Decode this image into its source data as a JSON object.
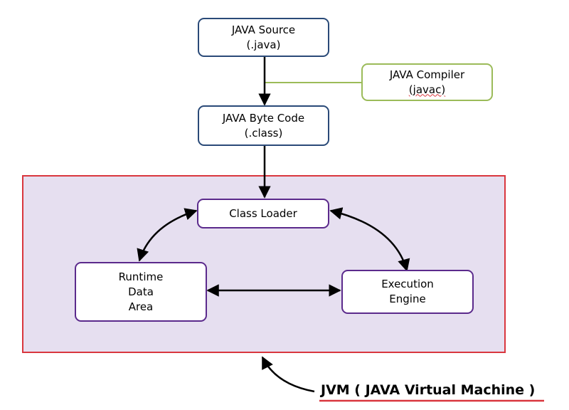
{
  "nodes": {
    "java_source": {
      "line1": "JAVA Source",
      "line2": "(.java)"
    },
    "java_compiler": {
      "line1": "JAVA Compiler",
      "line2": "(javac)"
    },
    "java_bytecode": {
      "line1": "JAVA Byte Code",
      "line2": "(.class)"
    },
    "class_loader": {
      "label": "Class Loader"
    },
    "runtime_data_area": {
      "line1": "Runtime",
      "line2": "Data",
      "line3": "Area"
    },
    "execution_engine": {
      "line1": "Execution",
      "line2": "Engine"
    }
  },
  "caption": "JVM ( JAVA Virtual Machine )",
  "colors": {
    "source_border": "#2a4a78",
    "compiler_border": "#9bbb59",
    "jvm_border": "#d9363e",
    "jvm_fill": "#e6dff0",
    "component_border": "#5b2a8c"
  }
}
